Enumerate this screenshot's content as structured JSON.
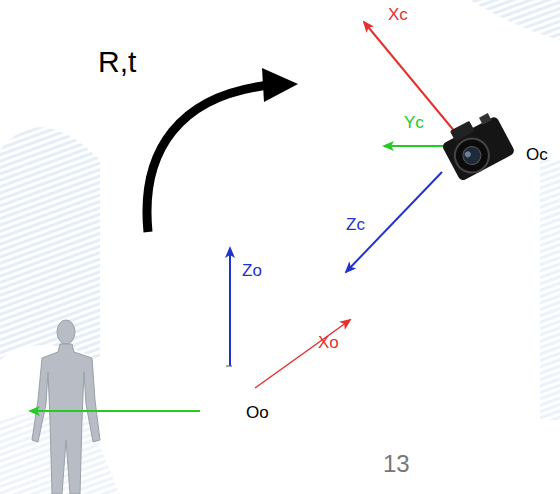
{
  "diagram": {
    "labels": [
      "R,t",
      "Xc",
      "Yc",
      "Zc",
      "Oc",
      "Zo",
      "Xo",
      "Oo",
      "13"
    ]
  }
}
